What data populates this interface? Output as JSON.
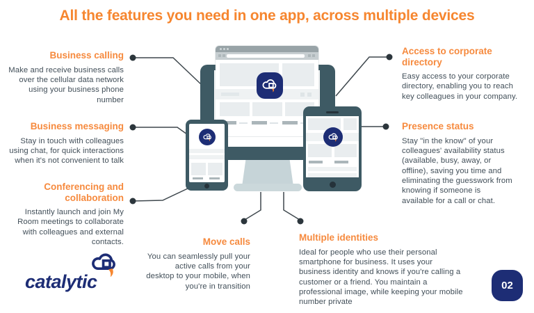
{
  "page": {
    "title": "All the features you need in one app, across multiple devices",
    "page_number": "02",
    "brand": "catalytic"
  },
  "colors": {
    "accent_orange": "#F6862F",
    "brand_navy": "#1D2D75",
    "device_teal": "#3E5A64",
    "body_text": "#414E58"
  },
  "icons": {
    "app": "cloud-app-icon",
    "logo": "cloud-logo-icon"
  },
  "features": {
    "business_calling": {
      "title": "Business calling",
      "body": "Make and receive business calls over the cellular data network using your business phone number"
    },
    "business_messaging": {
      "title": "Business messaging",
      "body": "Stay in touch with colleagues using chat, for quick interactions when it's not convenient to talk"
    },
    "conferencing": {
      "title": "Conferencing and collaboration",
      "body": "Instantly launch and join My Room meetings to collaborate with colleagues and external contacts."
    },
    "corporate_directory": {
      "title": "Access to corporate directory",
      "body": "Easy access to your corporate directory, enabling you to reach key colleagues in your company."
    },
    "presence_status": {
      "title": "Presence status",
      "body": "Stay \"in the know\" of your colleagues' availability status (available, busy, away, or offline), saving you time and eliminating the guesswork from knowing if someone is available for a call or chat."
    },
    "move_calls": {
      "title": "Move calls",
      "body": "You can seamlessly pull your active calls from your desktop to your mobile, when you're in transition"
    },
    "multiple_identities": {
      "title": "Multiple identities",
      "body": "Ideal for people who use their personal smartphone for business. It uses your business identity and knows if you're calling a customer or a friend.  You maintain a professional image, while keeping your mobile number private"
    }
  }
}
